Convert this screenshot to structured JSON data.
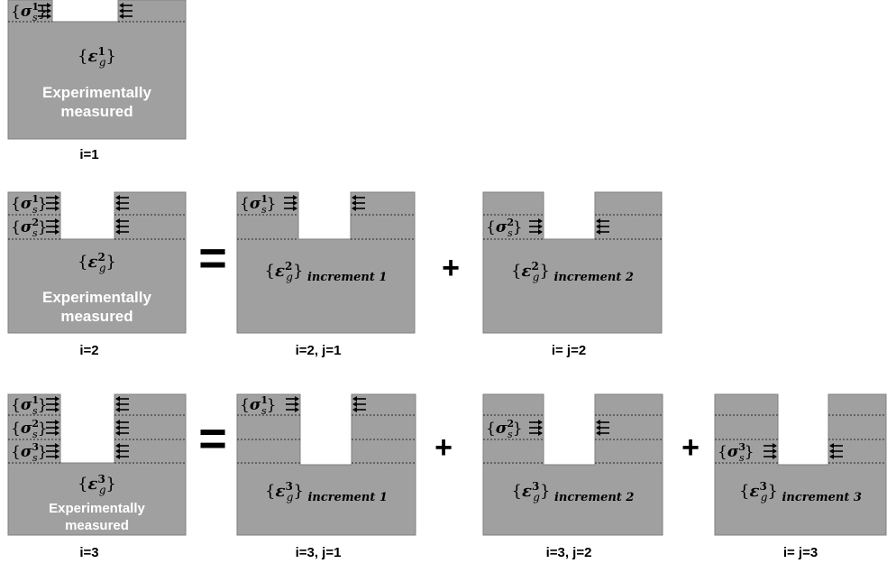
{
  "panels": [
    {
      "id": "p1",
      "row": 1,
      "caption": "i=1",
      "strain": {
        "sup": "1",
        "suffix": ""
      },
      "experimental_text": [
        "Experimentally",
        "measured"
      ],
      "stress_labels": [
        {
          "sup": "1"
        }
      ]
    },
    {
      "id": "p2a",
      "row": 2,
      "caption": "i=2",
      "strain": {
        "sup": "2",
        "suffix": ""
      },
      "experimental_text": [
        "Experimentally",
        "measured"
      ],
      "stress_labels": [
        {
          "sup": "1"
        },
        {
          "sup": "2"
        }
      ]
    },
    {
      "id": "p2b",
      "row": 2,
      "caption": "i=2,  j=1",
      "strain": {
        "sup": "2",
        "suffix": "increment 1"
      },
      "stress_labels": [
        {
          "sup": "1"
        }
      ]
    },
    {
      "id": "p2c",
      "row": 2,
      "caption": "i= j=2",
      "strain": {
        "sup": "2",
        "suffix": "increment 2"
      },
      "stress_labels": [
        {
          "sup": "2"
        }
      ]
    },
    {
      "id": "p3a",
      "row": 3,
      "caption": "i=3",
      "strain": {
        "sup": "3",
        "suffix": ""
      },
      "experimental_text": [
        "Experimentally",
        "measured"
      ],
      "stress_labels": [
        {
          "sup": "1"
        },
        {
          "sup": "2"
        },
        {
          "sup": "3"
        }
      ]
    },
    {
      "id": "p3b",
      "row": 3,
      "caption": "i=3,  j=1",
      "strain": {
        "sup": "3",
        "suffix": "increment 1"
      },
      "stress_labels": [
        {
          "sup": "1"
        }
      ]
    },
    {
      "id": "p3c",
      "row": 3,
      "caption": "i=3,  j=2",
      "strain": {
        "sup": "3",
        "suffix": "increment 2"
      },
      "stress_labels": [
        {
          "sup": "2"
        }
      ]
    },
    {
      "id": "p3d",
      "row": 3,
      "caption": "i= j=3",
      "strain": {
        "sup": "3",
        "suffix": "increment 3"
      },
      "stress_labels": [
        {
          "sup": "3"
        }
      ]
    }
  ],
  "operators": {
    "equals": "=",
    "plus": "+"
  },
  "symbols": {
    "sigma": "σ",
    "epsilon": "ε",
    "stress_sub": "s",
    "strain_sub": "g",
    "open_brace": "{",
    "close_brace": "}"
  },
  "colors": {
    "block_fill": "#a0a0a0",
    "block_stroke": "#7f7f7f",
    "experimental_text": "#ffffff"
  }
}
